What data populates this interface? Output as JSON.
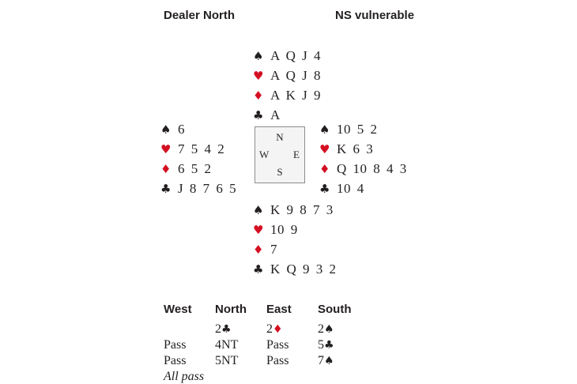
{
  "meta": {
    "dealer": "Dealer North",
    "vulnerable": "NS vulnerable"
  },
  "colors": {
    "red_suit": "#d40f22",
    "black_suit": "#231f20"
  },
  "suits": {
    "spade": "♠",
    "heart": "♥",
    "diamond": "♦",
    "club": "♣"
  },
  "compass": {
    "n": "N",
    "e": "E",
    "s": "S",
    "w": "W"
  },
  "hands": {
    "north": {
      "spades": "A Q J 4",
      "hearts": "A Q J 8",
      "diamonds": "A K J 9",
      "clubs": "A"
    },
    "west": {
      "spades": "6",
      "hearts": "7 5 4 2",
      "diamonds": "6 5 2",
      "clubs": "J 8 7 6 5"
    },
    "east": {
      "spades": "10 5 2",
      "hearts": "K 6 3",
      "diamonds": "Q 10 8 4 3",
      "clubs": "10 4"
    },
    "south": {
      "spades": "K 9 8 7 3",
      "hearts": "10 9",
      "diamonds": "7",
      "clubs": "K Q 9 3 2"
    }
  },
  "auction": {
    "headers": [
      "West",
      "North",
      "East",
      "South"
    ],
    "rows": [
      [
        "",
        "2♣",
        "2♦",
        "2♠"
      ],
      [
        "Pass",
        "4NT",
        "Pass",
        "5♣"
      ],
      [
        "Pass",
        "5NT",
        "Pass",
        "7♠"
      ]
    ],
    "footer": "All pass"
  }
}
